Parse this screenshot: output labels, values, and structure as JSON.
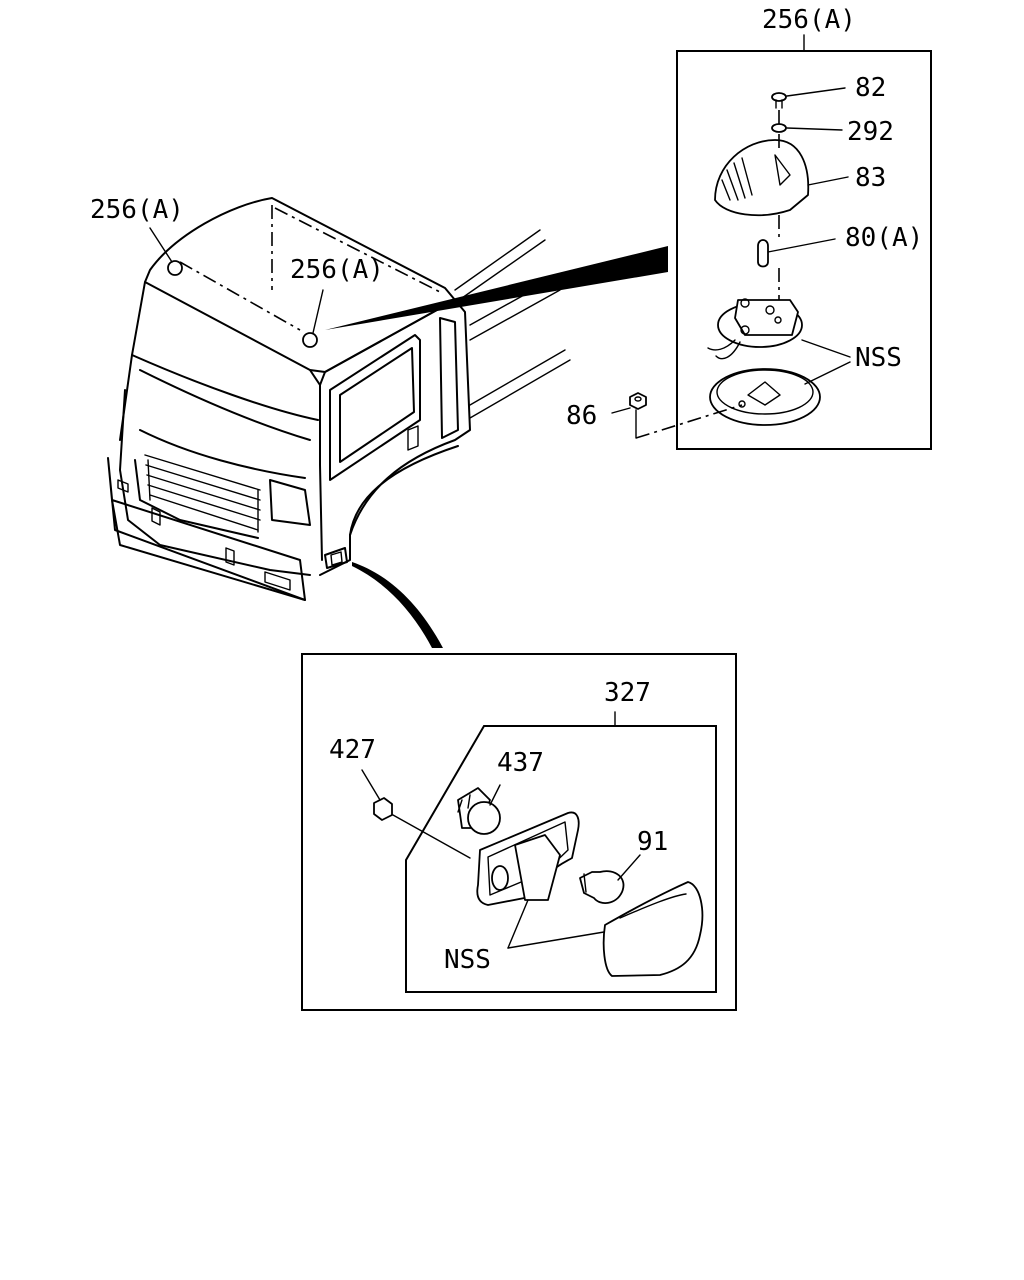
{
  "callouts": {
    "top_box_title": "256(A)",
    "cab_left": "256(A)",
    "cab_right": "256(A)",
    "screw": "82",
    "washer": "292",
    "lens": "83",
    "bulb_top": "80(A)",
    "nss_top": "NSS",
    "nut": "86",
    "bottom_box_title": "327",
    "clip": "427",
    "socket": "437",
    "bulb_bottom": "91",
    "nss_bottom": "NSS"
  }
}
